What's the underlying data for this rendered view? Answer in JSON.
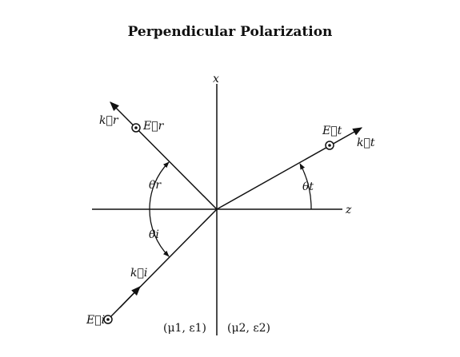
{
  "title": "Perpendicular Polarization",
  "axes": {
    "x": "x",
    "z": "z"
  },
  "labels": {
    "k_r": "k⃗r",
    "E_r": "E⃗r",
    "E_t": "E⃗t",
    "k_t": "k⃗t",
    "theta_r": "θr",
    "theta_i": "θi",
    "theta_t": "θt",
    "k_i": "k⃗i",
    "E_i": "E⃗i"
  },
  "media": {
    "left": "(μ1, ε1)",
    "right": "(μ2, ε2)"
  }
}
